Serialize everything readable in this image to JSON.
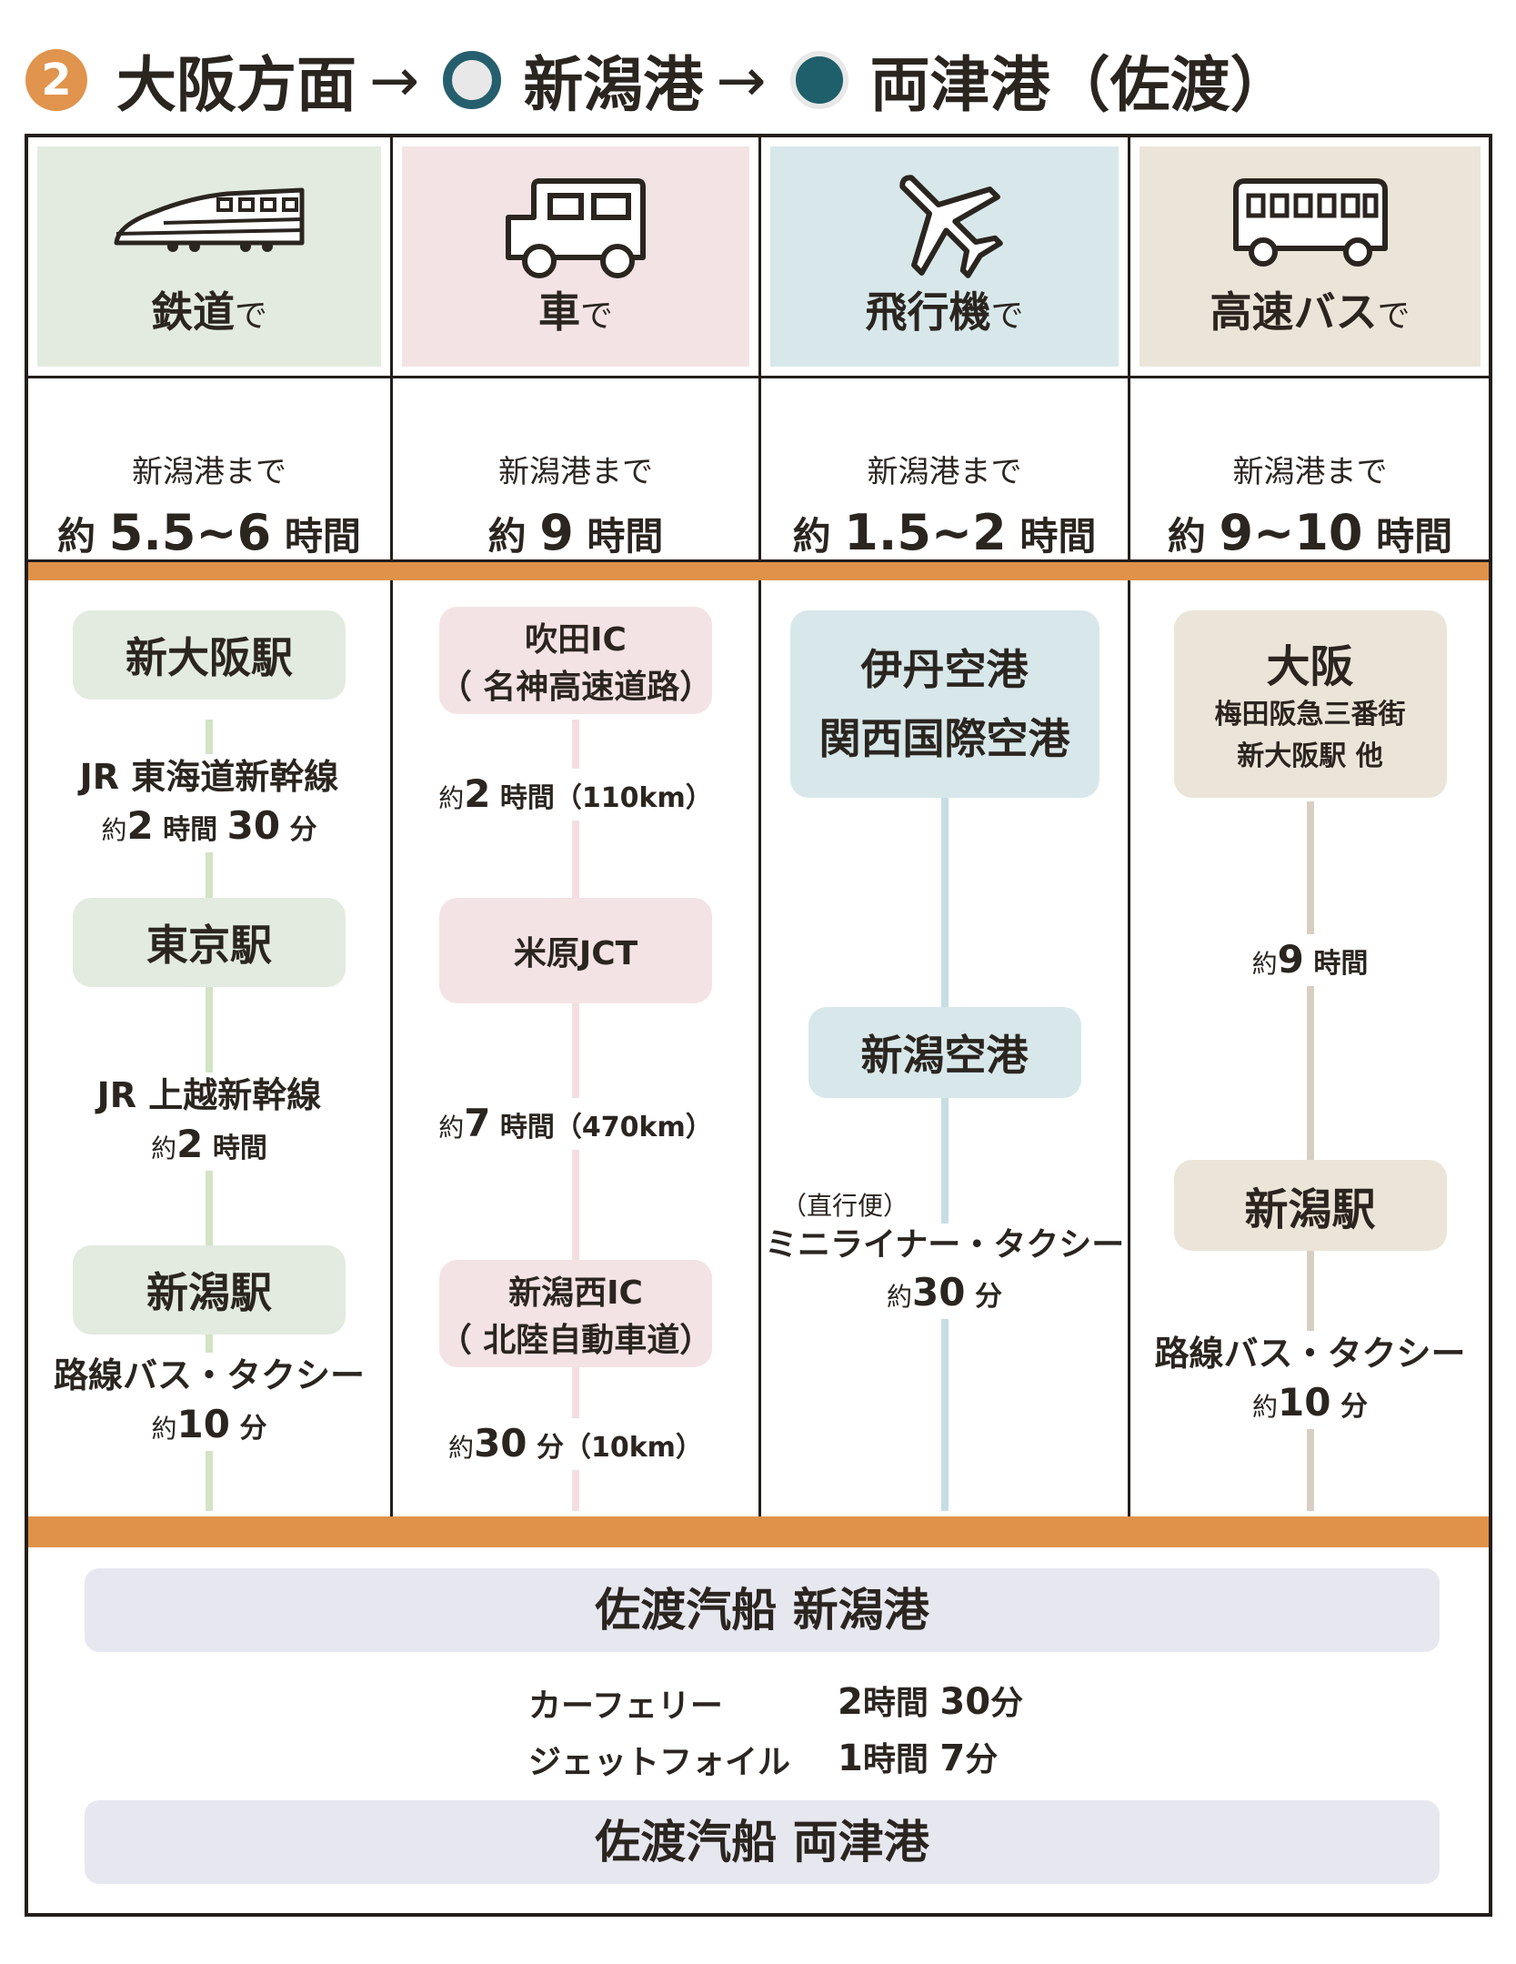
{
  "title": {
    "number": "2",
    "origin": "大阪方面",
    "arrow": "→",
    "via": "新潟港",
    "destination": "両津港（佐渡）"
  },
  "colors": {
    "accent_orange": "#e0924a",
    "rail_bg": "#e3ebe0",
    "car_bg": "#f4e3e4",
    "plane_bg": "#d8e8ea",
    "bus_bg": "#ebe5d9",
    "port_bg": "#e7e7f0"
  },
  "columns": [
    {
      "icon": "train-icon",
      "mode": "鉄道",
      "suffix": "で",
      "to_label": "新潟港まで",
      "approx": "約",
      "duration_value": "5.5~6",
      "duration_unit": "時間",
      "stations": [
        "新大阪駅",
        "東京駅",
        "新潟駅"
      ],
      "segments": [
        {
          "name": "JR 東海道新幹線",
          "approx": "約",
          "h": "2",
          "h_unit": "時間",
          "m": "30",
          "m_unit": "分"
        },
        {
          "name": "JR 上越新幹線",
          "approx": "約",
          "h": "2",
          "h_unit": "時間"
        },
        {
          "name": "路線バス・タクシー",
          "approx": "約",
          "m": "10",
          "m_unit": "分"
        }
      ]
    },
    {
      "icon": "car-icon",
      "mode": "車",
      "suffix": "で",
      "to_label": "新潟港まで",
      "approx": "約",
      "duration_value": "9",
      "duration_unit": "時間",
      "stations": [
        {
          "name": "吹田IC",
          "sub": "（ 名神高速道路）"
        },
        {
          "name": "米原JCT"
        },
        {
          "name": "新潟西IC",
          "sub": "（ 北陸自動車道）"
        }
      ],
      "segments": [
        {
          "approx": "約",
          "value": "2",
          "unit": "時間",
          "distance": "（110km）"
        },
        {
          "approx": "約",
          "value": "7",
          "unit": "時間",
          "distance": "（470km）"
        },
        {
          "approx": "約",
          "value": "30",
          "unit": "分",
          "distance": "（10km）"
        }
      ]
    },
    {
      "icon": "airplane-icon",
      "mode": "飛行機",
      "suffix": "で",
      "to_label": "新潟港まで",
      "approx": "約",
      "duration_value": "1.5~2",
      "duration_unit": "時間",
      "stations": [
        {
          "line1": "伊丹空港",
          "line2": "関西国際空港"
        },
        {
          "line1": "新潟空港"
        }
      ],
      "segments": [
        {
          "note": "（直行便）",
          "name": "ミニライナー・タクシー",
          "approx": "約",
          "value": "30",
          "unit": "分"
        }
      ]
    },
    {
      "icon": "bus-icon",
      "mode": "高速バス",
      "suffix": "で",
      "to_label": "新潟港まで",
      "approx": "約",
      "duration_value": "9~10",
      "duration_unit": "時間",
      "stations": [
        {
          "name": "大阪",
          "sub1": "梅田阪急三番街",
          "sub2": "新大阪駅 他"
        },
        {
          "name": "新潟駅"
        }
      ],
      "segments": [
        {
          "approx": "約",
          "value": "9",
          "unit": "時間"
        },
        {
          "name": "路線バス・タクシー",
          "approx": "約",
          "value": "10",
          "unit": "分"
        }
      ]
    }
  ],
  "ferry": {
    "departure_port": "佐渡汽船 新潟港",
    "arrival_port": "佐渡汽船 両津港",
    "services": [
      {
        "name": "カーフェリー",
        "h": "2",
        "h_unit": "時間",
        "m": "30",
        "m_unit": "分"
      },
      {
        "name": "ジェットフォイル",
        "h": "1",
        "h_unit": "時間",
        "m": "7",
        "m_unit": "分"
      }
    ]
  }
}
